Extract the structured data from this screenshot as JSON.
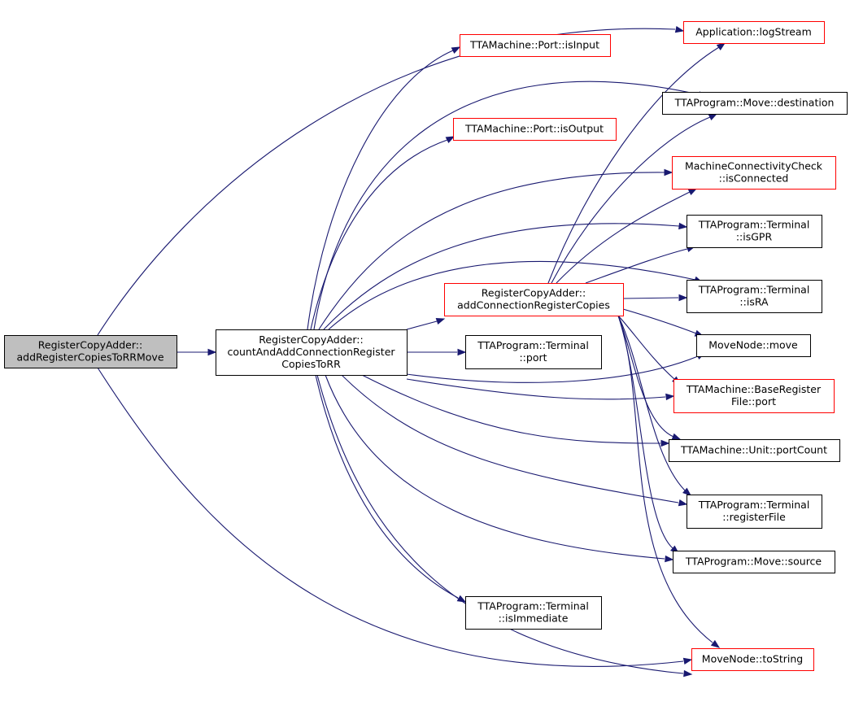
{
  "colors": {
    "edge": "#191970",
    "border_documented": "#000000",
    "border_undocumented": "#ff0000",
    "focus_fill": "#bfbfbf"
  },
  "nodes": {
    "root": {
      "lines": [
        "RegisterCopyAdder::",
        "addRegisterCopiesToRRMove"
      ],
      "style": "focus"
    },
    "count": {
      "lines": [
        "RegisterCopyAdder::",
        "countAndAddConnectionRegister",
        "CopiesToRR"
      ],
      "style": "black"
    },
    "addconn": {
      "lines": [
        "RegisterCopyAdder::",
        "addConnectionRegisterCopies"
      ],
      "style": "red"
    },
    "tport": {
      "lines": [
        "TTAProgram::Terminal",
        "::port"
      ],
      "style": "black"
    },
    "isimm": {
      "lines": [
        "TTAProgram::Terminal",
        "::isImmediate"
      ],
      "style": "black"
    },
    "isinput": {
      "lines": [
        "TTAMachine::Port::isInput"
      ],
      "style": "red"
    },
    "isoutput": {
      "lines": [
        "TTAMachine::Port::isOutput"
      ],
      "style": "red"
    },
    "logstream": {
      "lines": [
        "Application::logStream"
      ],
      "style": "red"
    },
    "dest": {
      "lines": [
        "TTAProgram::Move::destination"
      ],
      "style": "black"
    },
    "isconn": {
      "lines": [
        "MachineConnectivityCheck",
        "::isConnected"
      ],
      "style": "red"
    },
    "isgpr": {
      "lines": [
        "TTAProgram::Terminal",
        "::isGPR"
      ],
      "style": "black"
    },
    "isra": {
      "lines": [
        "TTAProgram::Terminal",
        "::isRA"
      ],
      "style": "black"
    },
    "mnmove": {
      "lines": [
        "MoveNode::move"
      ],
      "style": "black"
    },
    "brfport": {
      "lines": [
        "TTAMachine::BaseRegister",
        "File::port"
      ],
      "style": "red"
    },
    "portcount": {
      "lines": [
        "TTAMachine::Unit::portCount"
      ],
      "style": "black"
    },
    "regfile": {
      "lines": [
        "TTAProgram::Terminal",
        "::registerFile"
      ],
      "style": "black"
    },
    "source": {
      "lines": [
        "TTAProgram::Move::source"
      ],
      "style": "black"
    },
    "tostring": {
      "lines": [
        "MoveNode::toString"
      ],
      "style": "red"
    }
  },
  "edges": [
    [
      "root",
      "count"
    ],
    [
      "root",
      "logstream"
    ],
    [
      "root",
      "tostring"
    ],
    [
      "count",
      "addconn"
    ],
    [
      "count",
      "tport"
    ],
    [
      "count",
      "isimm"
    ],
    [
      "count",
      "isinput"
    ],
    [
      "count",
      "isoutput"
    ],
    [
      "count",
      "dest"
    ],
    [
      "count",
      "isconn"
    ],
    [
      "count",
      "isgpr"
    ],
    [
      "count",
      "isra"
    ],
    [
      "count",
      "mnmove"
    ],
    [
      "count",
      "brfport"
    ],
    [
      "count",
      "portcount"
    ],
    [
      "count",
      "regfile"
    ],
    [
      "count",
      "source"
    ],
    [
      "count",
      "tostring"
    ],
    [
      "addconn",
      "logstream"
    ],
    [
      "addconn",
      "dest"
    ],
    [
      "addconn",
      "isconn"
    ],
    [
      "addconn",
      "isgpr"
    ],
    [
      "addconn",
      "isra"
    ],
    [
      "addconn",
      "mnmove"
    ],
    [
      "addconn",
      "brfport"
    ],
    [
      "addconn",
      "portcount"
    ],
    [
      "addconn",
      "regfile"
    ],
    [
      "addconn",
      "source"
    ],
    [
      "addconn",
      "tostring"
    ]
  ]
}
